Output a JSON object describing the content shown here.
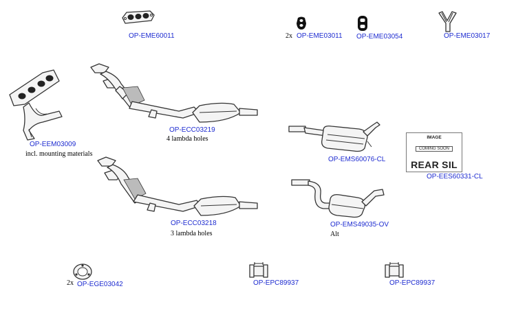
{
  "parts": {
    "eme60011": {
      "code": "OP-EME60011"
    },
    "eme03011": {
      "qty": "2x",
      "code": "OP-EME03011"
    },
    "eme03054": {
      "code": "OP-EME03054"
    },
    "eme03017": {
      "code": "OP-EME03017"
    },
    "eem03009": {
      "code": "OP-EEM03009",
      "note": "incl. mounting materials"
    },
    "ecc03219": {
      "code": "OP-ECC03219",
      "note": "4 lambda holes"
    },
    "ecc03218": {
      "code": "OP-ECC03218",
      "note": "3 lambda holes"
    },
    "ems60076": {
      "code": "OP-EMS60076-CL"
    },
    "ees60331": {
      "code": "OP-EES60331-CL",
      "placeholder_top": "IMAGE",
      "placeholder_sub": "COMING SOON",
      "placeholder_label": "REAR SIL"
    },
    "ems49035": {
      "code": "OP-EMS49035-OV",
      "note": "Alt"
    },
    "ege03042": {
      "qty": "2x",
      "code": "OP-EGE03042"
    },
    "epc89937a": {
      "code": "OP-EPC89937"
    },
    "epc89937b": {
      "code": "OP-EPC89937"
    }
  },
  "icons": [
    "gasket-icon",
    "rubber-mount-icon",
    "y-pipe-icon",
    "exhaust-manifold-icon",
    "catalytic-converter-icon",
    "muffler-icon",
    "ring-gasket-icon",
    "pipe-clamp-icon"
  ]
}
